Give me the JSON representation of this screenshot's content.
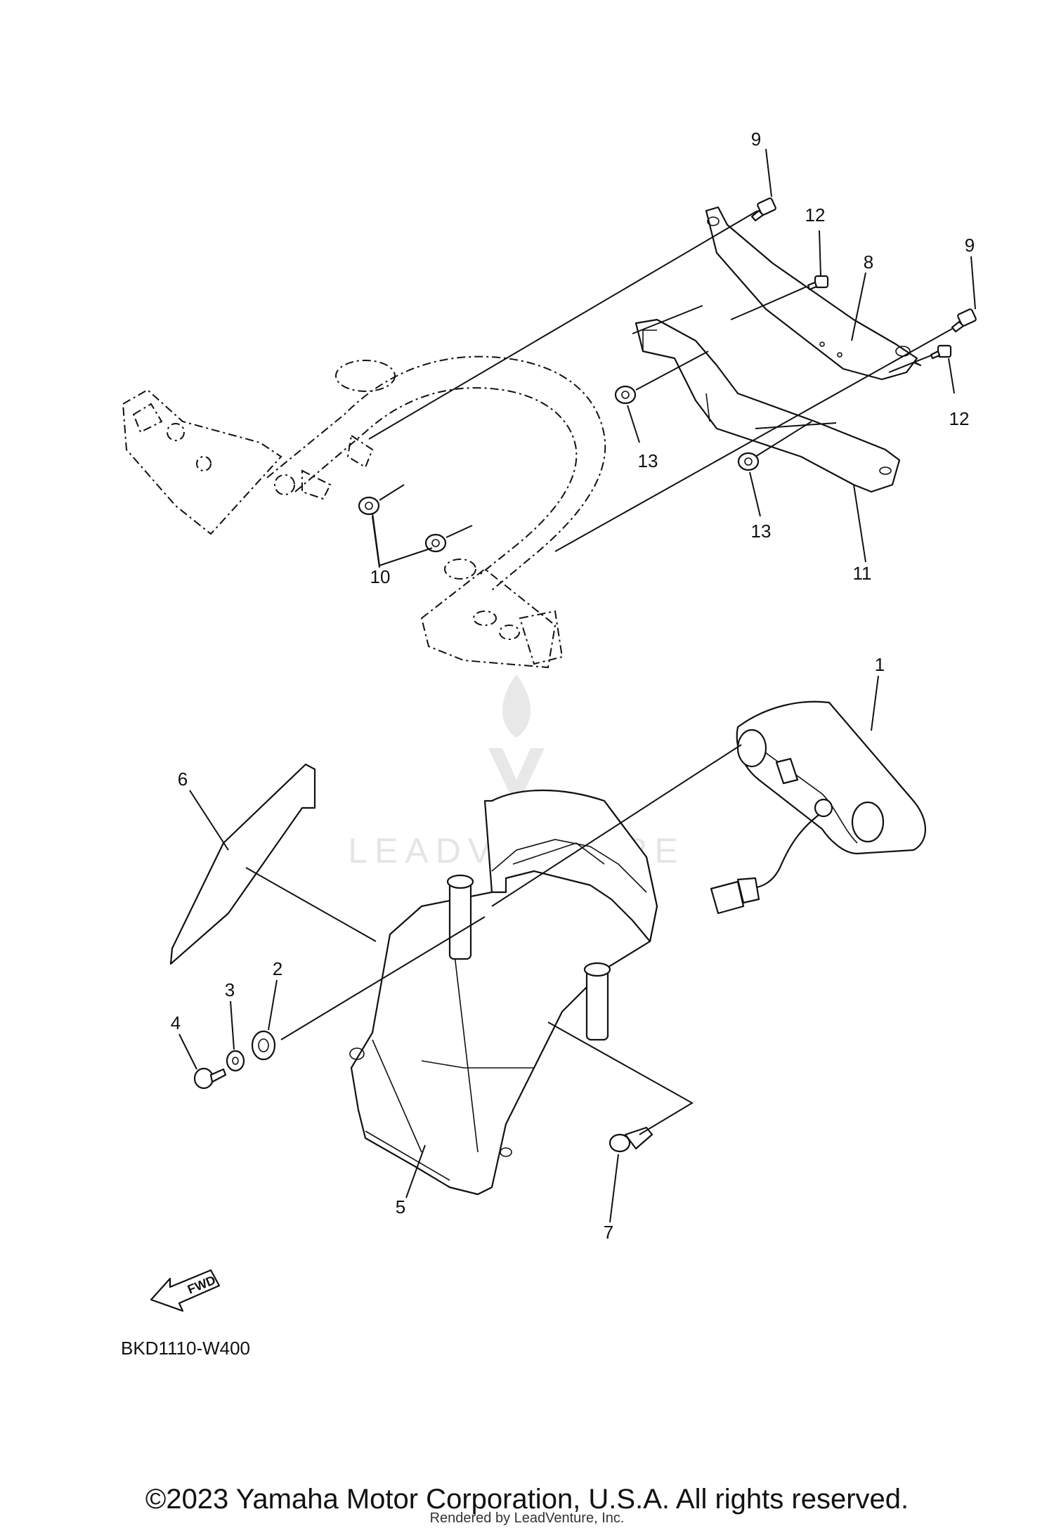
{
  "diagram": {
    "callouts": [
      "1",
      "2",
      "3",
      "4",
      "5",
      "6",
      "7",
      "8",
      "9",
      "9",
      "10",
      "11",
      "12",
      "12",
      "13",
      "13"
    ],
    "drawing_code": "BKD1110-W400",
    "fwd_label": "FWD",
    "watermark_text": "LEADVENTURE"
  },
  "footer": {
    "copyright": "©2023 Yamaha Motor Corporation, U.S.A. All rights reserved.",
    "rendered_by": "Rendered by LeadVenture, Inc."
  }
}
